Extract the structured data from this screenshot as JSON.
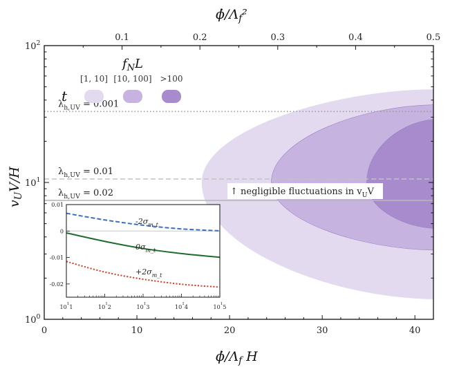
{
  "chart_data": [
    {
      "type": "area",
      "xlabel": "ϕ̇/Λ_f H",
      "ylabel": "v_UV/H",
      "top_xlabel": "ϕ̇/Λ_f²",
      "xlim": [
        0,
        42
      ],
      "ylim": [
        1,
        100
      ],
      "y_scale": "log",
      "top_xlim": [
        0,
        0.5
      ],
      "x_ticks": [
        "0",
        "10",
        "20",
        "30",
        "40"
      ],
      "y_ticks": [
        "10^0",
        "10^1",
        "10^2"
      ],
      "top_x_ticks": [
        "0.1",
        "0.2",
        "0.3",
        "0.4",
        "0.5"
      ],
      "grid": false,
      "legend_title": "f_NL",
      "legend_row_label": "t",
      "legend_location": "top-left",
      "series": [
        {
          "name": "[1, 10]",
          "color": "#e3daef",
          "vertex": {
            "x": 17.0,
            "y": 10
          },
          "right_edge": {
            "x": 42,
            "y_upper": 48,
            "y_lower": 1.4
          }
        },
        {
          "name": "[10, 100]",
          "color": "#c7b3df",
          "vertex": {
            "x": 24.5,
            "y": 10
          },
          "right_edge": {
            "x": 42,
            "y_upper": 37,
            "y_lower": 3.2
          }
        },
        {
          "name": ">100",
          "color": "#a78bcd",
          "vertex": {
            "x": 34.8,
            "y": 10
          },
          "right_edge": {
            "x": 42,
            "y_upper": 29,
            "y_lower": 4.6
          }
        }
      ],
      "reference_lines": [
        {
          "label": "λ_{h,UV} = 0.001",
          "y": 33,
          "style": "dotted",
          "color": "#9a9a9a"
        },
        {
          "label": "λ_{h,UV} = 0.01",
          "y": 10.6,
          "style": "dashed",
          "color": "#c2c2c2"
        },
        {
          "label": "λ_{h,UV} = 0.02",
          "y": 7.4,
          "style": "solid",
          "color": "#b8b8b8"
        }
      ],
      "annotation": "↑ negligible fluctuations in v_UV"
    },
    {
      "type": "line",
      "inset": true,
      "x_scale": "log",
      "xlim": [
        100000000000.0,
        1000000000000000.0
      ],
      "ylim": [
        -0.025,
        0.01
      ],
      "x_ticks": [
        "10^11",
        "10^12",
        "10^13",
        "10^14",
        "10^15"
      ],
      "y_ticks": [
        "0.01",
        "0",
        "-0.01",
        "-0.02"
      ],
      "zero_line": true,
      "series": [
        {
          "name": "-2σ_{m_t}",
          "style": "dashed",
          "color": "#3a6fc4",
          "x": [
            100000000000.0,
            1000000000000.0,
            10000000000000.0,
            100000000000000.0,
            1000000000000000.0
          ],
          "y": [
            0.0067,
            0.0042,
            0.0022,
            0.0008,
            0.0001
          ]
        },
        {
          "name": "0σ_{m_t}",
          "style": "solid",
          "color": "#1e6b2e",
          "x": [
            100000000000.0,
            1000000000000.0,
            10000000000000.0,
            100000000000000.0,
            1000000000000000.0
          ],
          "y": [
            -0.0007,
            -0.0039,
            -0.0066,
            -0.0085,
            -0.0099
          ]
        },
        {
          "name": "+2σ_{m_t}",
          "style": "dotted",
          "color": "#e0301e",
          "x": [
            100000000000.0,
            1000000000000.0,
            10000000000000.0,
            100000000000000.0,
            1000000000000000.0
          ],
          "y": [
            -0.0115,
            -0.0155,
            -0.0182,
            -0.0201,
            -0.0212
          ]
        }
      ]
    }
  ]
}
